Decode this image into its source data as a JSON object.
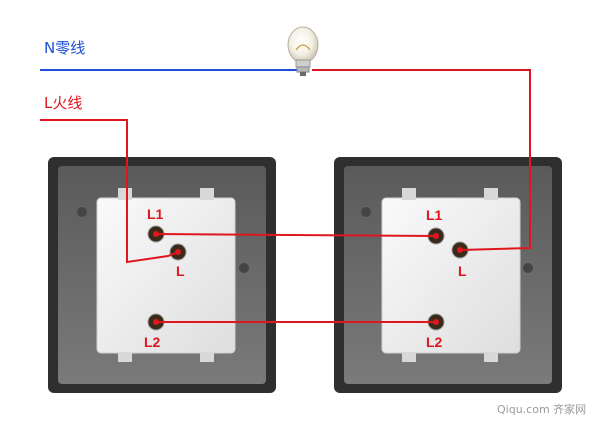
{
  "labels": {
    "neutral_wire": "N零线",
    "live_wire": "L火线"
  },
  "switch_left": {
    "t1": "L1",
    "t_common": "L",
    "t2": "L2"
  },
  "switch_right": {
    "t1": "L1",
    "t_common": "L",
    "t2": "L2"
  },
  "watermark": "Qiqu.com 齐家网",
  "colors": {
    "neutral": "#1f4fd6",
    "live": "#e0161f",
    "frame": "#3a3a3a",
    "plate": "#6a6a6a",
    "module": "#f2f2f2"
  }
}
